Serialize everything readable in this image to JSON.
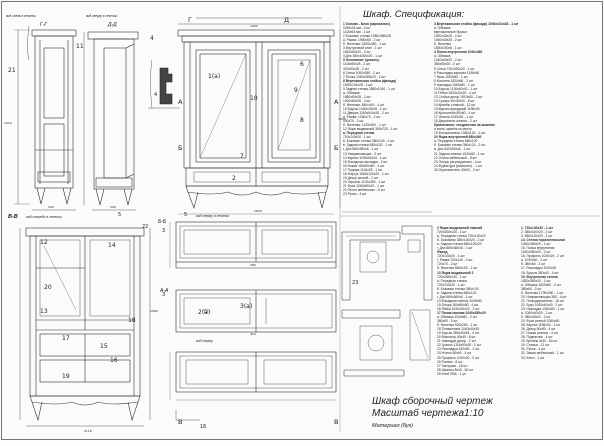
{
  "title_block": {
    "name": "Шкаф сборочный чертеж",
    "scale": "Масштаб чертежа1:10",
    "material": "Материал (бук)"
  },
  "view_labels": {
    "gg": "Г-Г",
    "dd": "Д-Д",
    "vv": "В-В",
    "bb": "Б-Б",
    "aa": "А-А",
    "top_view": "вид сверху в сечении",
    "top_view2": "вид сверху в сечении",
    "side_view": "вид слева в сечении",
    "front_view": "вид спереди в сечении",
    "top_plain": "вид сверху"
  },
  "section_marks": [
    "Г",
    "Д",
    "А",
    "А",
    "Б",
    "Б",
    "В",
    "В"
  ],
  "part_numbers": {
    "left_view": [
      "21",
      "4",
      "11"
    ],
    "front": [
      "1(a)",
      "6",
      "7",
      "8",
      "9",
      "10",
      "2"
    ],
    "front_body": [
      "12",
      "13",
      "14",
      "20",
      "15",
      "16",
      "17",
      "18",
      "19"
    ],
    "detail": [
      "2(a)",
      "3(a)"
    ],
    "misc": [
      "4",
      "5",
      "5",
      "3",
      "3",
      "22",
      "23",
      "16"
    ]
  },
  "dimensions": [
    "1910",
    "1950",
    "1820",
    "1060",
    "440",
    "540",
    "1960",
    "380",
    "410",
    "2116"
  ],
  "spec": {
    "heading": "Шкаф.  Спецификация:",
    "col1": [
      {
        "t": "1 Основа - Блок (карниз/низ)",
        "h": true
      },
      {
        "t": "1196х34 мм - 2 шт"
      },
      {
        "t": "1116х64 мм - 1 шт"
      },
      {
        "t": "2 Боковые стенки 1960х386х28"
      },
      {
        "t": "а. Рамка: 1960х60 - 2 шт"
      },
      {
        "t": "б. Филенка: 1820х280 - 1 шт"
      },
      {
        "t": "3 Внутренний клин - 1 шт"
      },
      {
        "t": "1820х60х20 - 2 шт"
      },
      {
        "t": "4 Дно 380х1060х20 - 1 шт"
      },
      {
        "t": "5 Основание (цоколь):",
        "h": true
      },
      {
        "t": "1116х90х28 - 2 шт"
      },
      {
        "t": "420х90х28 - 2 шт"
      },
      {
        "t": "6 Сетка 1060х380 - 1 шт"
      },
      {
        "t": "7 Полка 1060х380х20 - 2 шт"
      },
      {
        "t": "8 Вертикальная стойка (фасада)",
        "h": true
      },
      {
        "t": "1930х104х28 - 1 шт"
      },
      {
        "t": "9 Задняя стенка 1880х1040 - 1 шт"
      },
      {
        "t": "а. Обвязка:"
      },
      {
        "t": "1880х80х28 - 2 шт"
      },
      {
        "t": "1000х80х28 - 3 шт"
      },
      {
        "t": "б. Филенки: 840х440 - 4 шт"
      },
      {
        "t": "10 Брусок 1040х40х28 - 1 шт"
      },
      {
        "t": "11 Дверка 1260х540х28 - 2 шт"
      },
      {
        "t": "а. Рамка: 1260х70 - 2 шт"
      },
      {
        "t": "540х70 - 2 шт"
      },
      {
        "t": "б. Филенка: 1120х400 - 1 шт"
      },
      {
        "t": "12 Ящик выдвижной 380х720 - 1 шт"
      },
      {
        "t": "а. Передняя стенка",
        "h": true
      },
      {
        "t": "720х140х20 - 1 шт"
      },
      {
        "t": "б. Боковые стенки 380х140 - 2 шт"
      },
      {
        "t": "в. Задняя стенка 680х120 - 1 шт"
      },
      {
        "t": "г. Дно 680х360х6 - 1 шт"
      },
      {
        "t": "13 Направляющие - 2 шт"
      },
      {
        "t": "14 Карниз 1196х60х34 - 1 шт"
      },
      {
        "t": "15 Фасадная накладка - 2 шт"
      },
      {
        "t": "16 Ножки 180х80х80 - 4 шт"
      },
      {
        "t": "17 Подиум 1116х28 - 1 шт"
      },
      {
        "t": "18 Фартук 1060х120х20 - 1 шт"
      },
      {
        "t": "19 Декор резной - 2 шт"
      },
      {
        "t": "20 Зеркало 1100х380 - 1 шт"
      },
      {
        "t": "21 Фриз 1060х80х20 - 1 шт"
      },
      {
        "t": "22 Петли мебельные - 6 шт"
      },
      {
        "t": "23 Ручки - 4 шт"
      }
    ],
    "col2": [
      {
        "t": "3 Вертикальная стойка (фасада) 1940х104х28 - 1 шт",
        "h": true
      },
      {
        "t": "а. Обвязка"
      },
      {
        "t": "вертикальные бруски"
      },
      {
        "t": "1920х40х28 - 2 шт"
      },
      {
        "t": "1040х40х28 - 2 шт"
      },
      {
        "t": "б. Филенки"
      },
      {
        "t": "1800х200х8 - 1 шт"
      },
      {
        "t": "4 Полка внутренняя 1040х380",
        "h": true
      },
      {
        "t": "а. Обвязка"
      },
      {
        "t": "1040х60х20 - 2 шт"
      },
      {
        "t": "380х60х20 - 2 шт"
      },
      {
        "t": "5 Сетка 720х330х20 - 1 шт"
      },
      {
        "t": "6 Раскладка карниза 1196х60"
      },
      {
        "t": "7 Фриз 1060х60 - 1 шт"
      },
      {
        "t": "8 Колонна 1820х60 - 2 шт"
      },
      {
        "t": "9 Накладка 1060х80 - 1 шт"
      },
      {
        "t": "10 Брусок 1116х40х40 - 1 шт"
      },
      {
        "t": "11 Рейка 1820х20х20 - 4 шт"
      },
      {
        "t": "12 Стойка декор 1910х80 - 2 шт"
      },
      {
        "t": "13 Сухарь 40х40х40 - 8 шт"
      },
      {
        "t": "14 Крепёж стяжной - 12 шт"
      },
      {
        "t": "15 Карниз фасадный 1196х34"
      },
      {
        "t": "16 Кронштейн 80х60 - 4 шт"
      },
      {
        "t": "17 Штанга 1040х25 - 1 шт"
      },
      {
        "t": "18 Держатель штанги - 2 шт"
      },
      {
        "t": "Примечание: соединения на шкантах",
        "h": true
      },
      {
        "t": "и клею, крепёж по месту"
      },
      {
        "t": "19 Фальшпанель 1060х140 - 1 шт"
      },
      {
        "t": "20 Ящик внутренний 680х360",
        "h": true
      },
      {
        "t": "а. Передняя стенка 680х120"
      },
      {
        "t": "б. Боковые стенки 360х120 - 2 шт"
      },
      {
        "t": "в. Дно 640х340х6 - 1 шт"
      },
      {
        "t": "21 Задняя планка 1040х60 - 1 шт"
      },
      {
        "t": "22 Уголок мебельный - 8 шт"
      },
      {
        "t": "23 Опоры регулируемые - 4 шт"
      },
      {
        "t": "24 Фурнитура (комплект) - 1 шт"
      },
      {
        "t": "25 Ограничитель 40х20 - 2 шт"
      }
    ],
    "col3": [
      {
        "t": "2 Ящик выдвижной нижний",
        "h": true
      },
      {
        "t": "720х380х140 - 1 шт"
      },
      {
        "t": "а. Передняя стенка 720х140х20"
      },
      {
        "t": "б. Боковины 380х140х20 - 2 шт"
      },
      {
        "t": "в. Задняя стенка 680х120х20"
      },
      {
        "t": "г. Дно 680х360х6 - 1 шт"
      },
      {
        "t": "Фасад",
        "h": true
      },
      {
        "t": "720х140х20 - 1 шт"
      },
      {
        "t": "1 Рамка 720х140 - 2 шт"
      },
      {
        "t": "720х70 - 2 шт"
      },
      {
        "t": "б. Филенка 580х100 - 1 шт"
      },
      {
        "t": "13 Ящик выдвижной 2",
        "h": true
      },
      {
        "t": "720х380х140 - 1 шт"
      },
      {
        "t": "а. Передняя стенка"
      },
      {
        "t": "720х140х20 - 1 шт"
      },
      {
        "t": "б. Боковые стенки 380х140"
      },
      {
        "t": "в. Задняя стенка 680х120"
      },
      {
        "t": "г. Дно 680х360х6 - 1 шт"
      },
      {
        "t": "14 Фасадная панель 1040х60"
      },
      {
        "t": "15 Опора 180х80х80 - 4 шт"
      },
      {
        "t": "16 Рейка 1040х30х20 - 2 шт"
      },
      {
        "t": "17 Полка нижняя 1040х380х20",
        "h": true
      },
      {
        "t": "а. Обвязка 1040х60 - 2 шт"
      },
      {
        "t": "380х60 - 2 шт"
      },
      {
        "t": "б. Филенка 920х260 - 1 шт"
      },
      {
        "t": "18 Поперечина 1040х40х28"
      },
      {
        "t": "19 Брусок 380х40х28 - 4 шт"
      },
      {
        "t": "20 Фиксатор 40х40 - 8 шт"
      },
      {
        "t": "21 Накладка декор - 2 шт"
      },
      {
        "t": "22 Цоколь 1116х90х28 - 1 шт"
      },
      {
        "t": "23 Раскладка 420х90 - 2 шт"
      },
      {
        "t": "24 Уголок 60х60 - 4 шт"
      },
      {
        "t": "25 Профиль 1040х20 - 2 шт"
      },
      {
        "t": "26 Ролики - 8 шт"
      },
      {
        "t": "27 Заглушки - 16 шт"
      },
      {
        "t": "28 Шканты 8х40 - 60 шт"
      },
      {
        "t": "29 Клей ПВА - 1 уп"
      }
    ],
    "col4": [
      {
        "t": "1. 720х140х20 - 1 шт",
        "h": true
      },
      {
        "t": "2. 380х140х20 - 2 шт"
      },
      {
        "t": "3. 680х120х20 - 1 шт"
      },
      {
        "t": "14. Стенка горизонтальная",
        "h": true
      },
      {
        "t": "1040х380х20 - 1 шт"
      },
      {
        "t": "15. Полка внутренняя"
      },
      {
        "t": "1040х380х20 - 2 шт"
      },
      {
        "t": "16. Профиль 1040х20 - 2 шт"
      },
      {
        "t": "а. 1040х60 - 2 шт"
      },
      {
        "t": "б. 380х60 - 2 шт"
      },
      {
        "t": "17. Раскладка 1040х30"
      },
      {
        "t": "18. Брусок 380х40 - 4 шт"
      },
      {
        "t": "19. Внутренняя стенка",
        "h": true
      },
      {
        "t": "1820х380х20 - 1 шт"
      },
      {
        "t": "а. Обвязка 1820х60 - 2 шт"
      },
      {
        "t": "380х60 - 2 шт"
      },
      {
        "t": "б. Филенка 1700х260 - 1 шт"
      },
      {
        "t": "20. Направляющая 380 - 4 шт"
      },
      {
        "t": "21. Полкодержатели - 16 шт"
      },
      {
        "t": "22. Брус 1040х40х40 - 2 шт"
      },
      {
        "t": "23. Накладка 1060х80 - 1 шт"
      },
      {
        "t": "а. 1060х40х20 - 2 шт"
      },
      {
        "t": "б. 380х40х20 - 2 шт"
      },
      {
        "t": "24. Фриз резной 1060х60"
      },
      {
        "t": "25. Карниз 1196х34 - 1 шт"
      },
      {
        "t": "26. Декор 80х80 - 4 шт"
      },
      {
        "t": "27. Ножки резные - 4 шт"
      },
      {
        "t": "28. Подпятник - 4 шт"
      },
      {
        "t": "29. Крепёж 4х30 - 80 шт"
      },
      {
        "t": "30. Стяжки - 12 шт"
      },
      {
        "t": "31. Ручка - 4 шт"
      },
      {
        "t": "32. Замок мебельный - 1 шт"
      },
      {
        "t": "33. Ключ - 1 шт"
      }
    ]
  }
}
